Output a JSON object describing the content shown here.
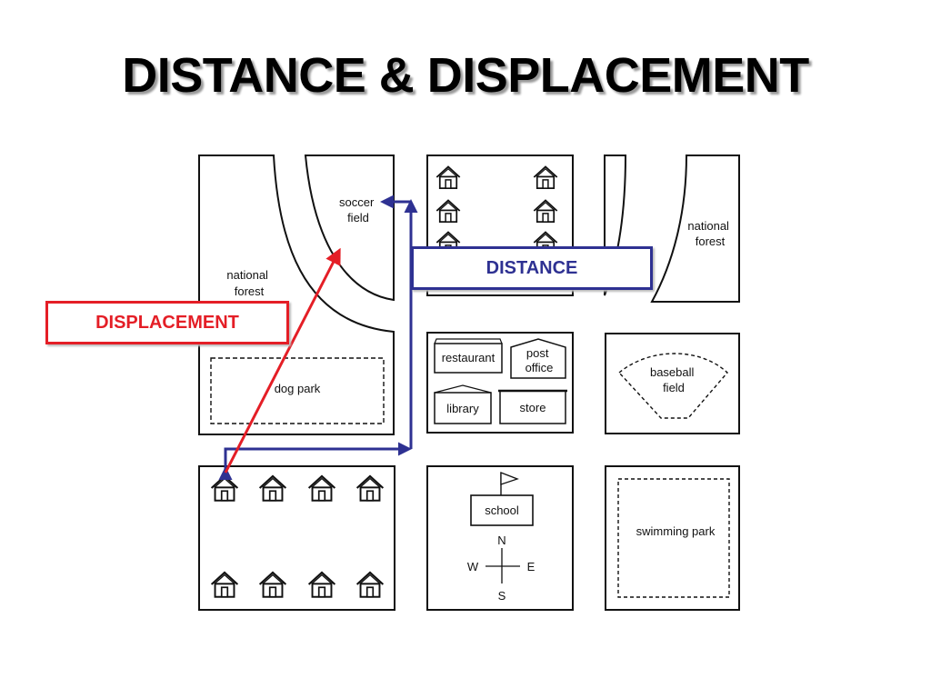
{
  "slide": {
    "title": "DISTANCE & DISPLACEMENT"
  },
  "map": {
    "labels": {
      "soccer_field": [
        "soccer",
        "field"
      ],
      "national_forest_left": [
        "national",
        "forest"
      ],
      "national_forest_right": [
        "national",
        "forest"
      ],
      "dog_park": "dog park",
      "restaurant": "restaurant",
      "post_office": [
        "post",
        "office"
      ],
      "library": "library",
      "store": "store",
      "baseball_field": [
        "baseball",
        "field"
      ],
      "school": "school",
      "swimming_park": "swimming park"
    },
    "compass": {
      "n": "N",
      "s": "S",
      "e": "E",
      "w": "W"
    }
  },
  "callouts": {
    "displacement": "DISPLACEMENT",
    "distance": "DISTANCE"
  },
  "colors": {
    "displacement": "#e41e26",
    "distance": "#2e3192"
  }
}
